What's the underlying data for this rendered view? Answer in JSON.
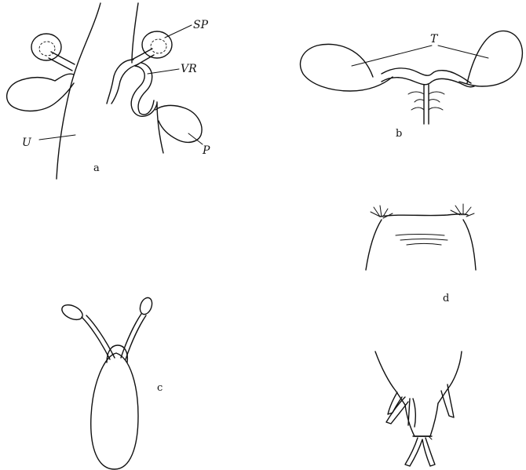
{
  "figure": {
    "panel_a": {
      "caption": "a",
      "labels": {
        "sp": "SP",
        "vr": "VR",
        "u": "U",
        "p": "P"
      }
    },
    "panel_b": {
      "caption": "b",
      "labels": {
        "t": "T"
      }
    },
    "panel_c": {
      "caption": "c"
    },
    "panel_d": {
      "caption": "d"
    }
  }
}
